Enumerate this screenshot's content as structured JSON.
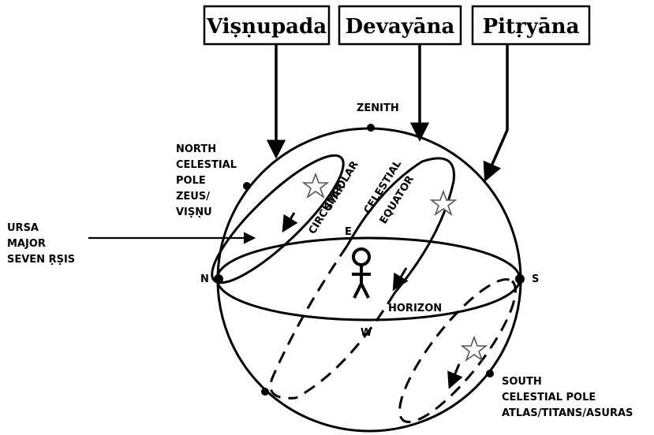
{
  "boxes": {
    "vishnupada": "Viṣṇupada",
    "devayana": "Devayāna",
    "pitryana": "Pitṛyāna"
  },
  "labels": {
    "zenith": "ZENITH",
    "north_pole": [
      "NORTH",
      "CELESTIAL",
      "POLE",
      "ZEUS/",
      "VIṢṆU"
    ],
    "ursa": [
      "URSA",
      "MAJOR",
      "SEVEN ṚṢIS"
    ],
    "circumpolar": [
      "CIRCUMPOLAR",
      "STAR"
    ],
    "celestial_equator": [
      "CELESTIAL",
      "EQUATOR"
    ],
    "east": "E",
    "west": "W",
    "north": "N",
    "south": "S",
    "horizon": "HORIZON",
    "south_pole": [
      "SOUTH",
      "CELESTIAL POLE",
      "ATLAS/TITANS/ASURAS"
    ]
  },
  "colors": {
    "ink": "#000000",
    "star_fill": "#ffffff",
    "star_stroke": "#555555"
  }
}
